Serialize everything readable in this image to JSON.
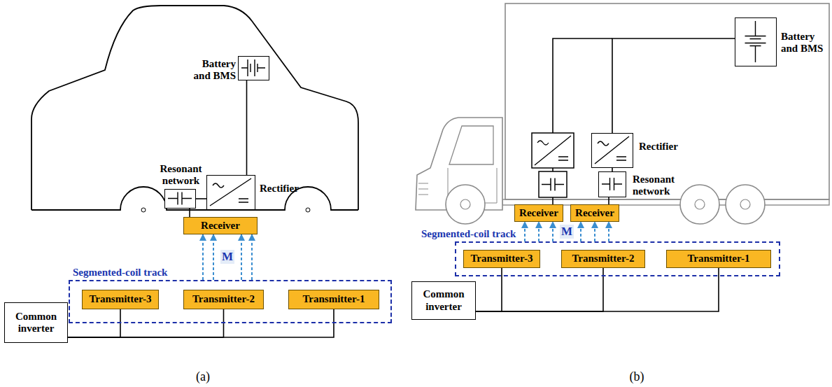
{
  "diagram": {
    "nodes": [
      {
        "text": [
          "Battery and BMS"
        ]
      },
      {
        "text": [
          "Resonant network"
        ]
      },
      {
        "text": [
          "Rectifier"
        ]
      },
      {
        "text": [
          "Receiver"
        ]
      },
      {
        "text": [
          "Segmented-coil track"
        ]
      },
      {
        "text": [
          "Transmitter-3"
        ],
        "in": 4
      },
      {
        "text": [
          "Transmitter-2"
        ],
        "in": 4
      },
      {
        "text": [
          "Transmitter-1"
        ],
        "in": 4
      },
      {
        "text": [
          "Common inverter"
        ]
      },
      {
        "text": [
          "Battery and BMS"
        ]
      },
      {
        "text": [
          "Rectifier"
        ]
      },
      {
        "text": [
          "Resonant network"
        ]
      },
      {
        "text": [
          "Receiver"
        ]
      },
      {
        "text": [
          "Receiver"
        ]
      },
      {
        "text": [
          "Segmented-coil track"
        ]
      },
      {
        "text": [
          "Transmitter-3"
        ],
        "in": 14
      },
      {
        "text": [
          "Transmitter-2"
        ],
        "in": 14
      },
      {
        "text": [
          "Transmitter-1"
        ],
        "in": 14
      },
      {
        "text": [
          "Common inverter"
        ]
      }
    ],
    "edges": [
      {
        "from": 1,
        "to": 2,
        "arrow": "none"
      },
      {
        "from": 2,
        "to": 0,
        "arrow": "none"
      },
      {
        "from": 3,
        "to": 1,
        "arrow": "none"
      },
      {
        "from": 4,
        "to": 3,
        "arrow": "to"
      },
      {
        "from": 8,
        "to": 5,
        "arrow": "none"
      },
      {
        "from": 8,
        "to": 6,
        "arrow": "none"
      },
      {
        "from": 8,
        "to": 7,
        "arrow": "none"
      },
      {
        "from": 10,
        "to": 9,
        "arrow": "none"
      },
      {
        "from": 11,
        "to": 10,
        "arrow": "none"
      },
      {
        "from": 13,
        "to": 11,
        "arrow": "none"
      },
      {
        "from": 14,
        "to": 12,
        "arrow": "to"
      },
      {
        "from": 14,
        "to": 13,
        "arrow": "to"
      },
      {
        "from": 18,
        "to": 15,
        "arrow": "none"
      },
      {
        "from": 18,
        "to": 16,
        "arrow": "none"
      },
      {
        "from": 18,
        "to": 17,
        "arrow": "none"
      }
    ],
    "labels": [
      "M",
      "(a)",
      "M",
      "(b)"
    ]
  }
}
